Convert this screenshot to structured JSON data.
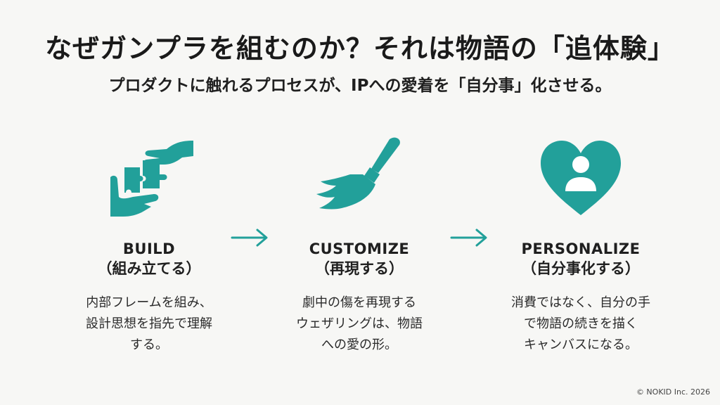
{
  "title": "なぜガンプラを組むのか？それは物語の「追体験」",
  "subtitle": "プロダクトに触れるプロセスが、IPへの愛着を「自分事」化させる。",
  "accent_color": "#22a09a",
  "steps": [
    {
      "icon": "hands-puzzle-icon",
      "title": "BUILD",
      "subtitle": "（組み立てる）",
      "desc": [
        "内部フレームを組み、",
        "設計思想を指先で理解",
        "する。"
      ]
    },
    {
      "icon": "paint-brush-icon",
      "title": "CUSTOMIZE",
      "subtitle": "（再現する）",
      "desc": [
        "劇中の傷を再現する",
        "ウェザリングは、物語",
        "への愛の形。"
      ]
    },
    {
      "icon": "heart-person-icon",
      "title": "PERSONALIZE",
      "subtitle": "（自分事化する）",
      "desc": [
        "消費ではなく、自分の手",
        "で物語の続きを描く",
        "キャンバスになる。"
      ]
    }
  ],
  "copyright": "© NOKID Inc. 2026"
}
